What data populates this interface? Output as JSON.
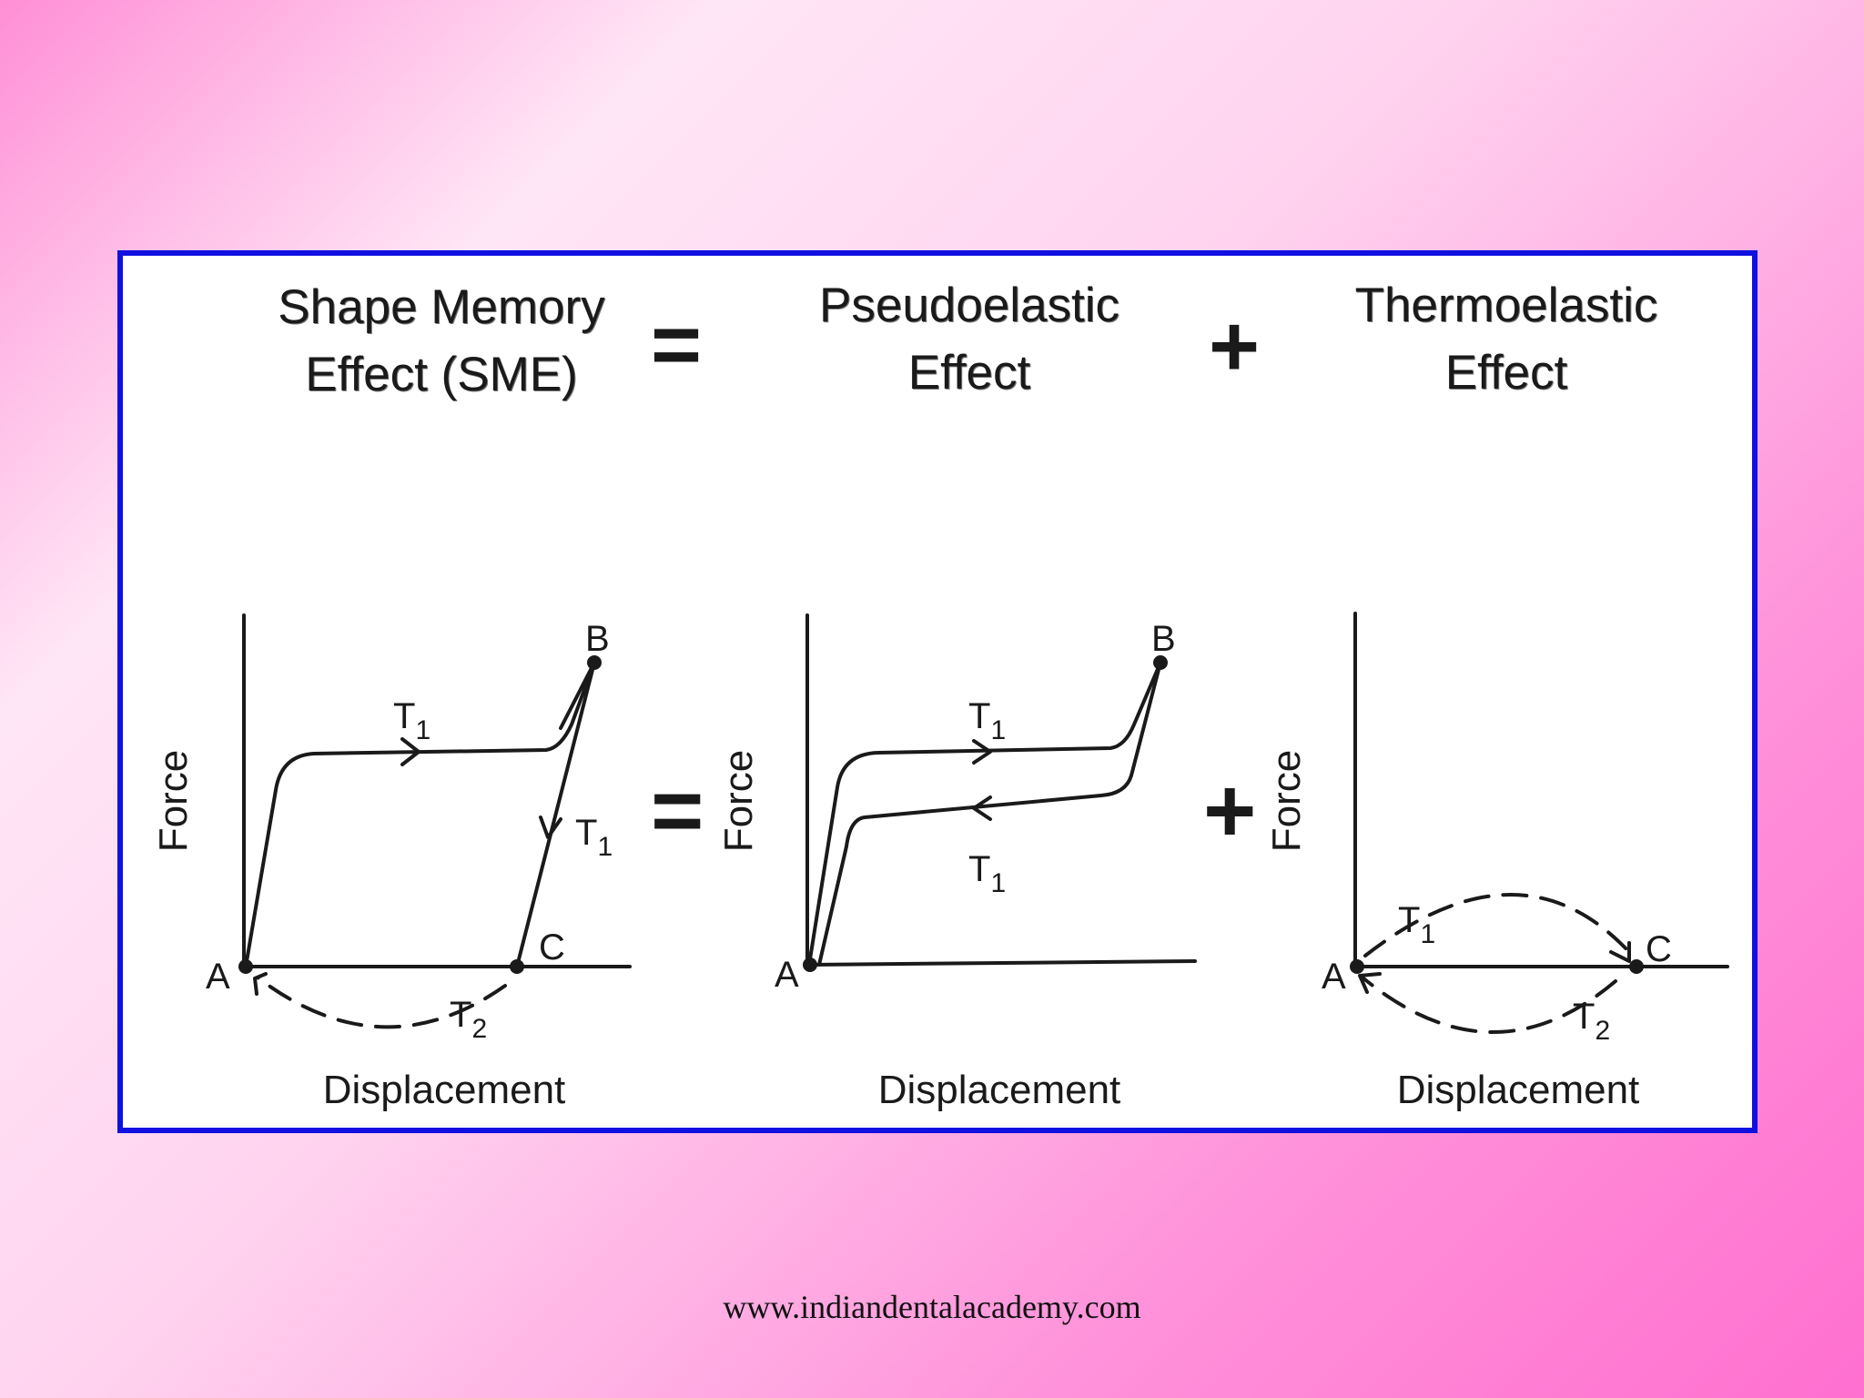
{
  "headings": {
    "sme": {
      "line1": "Shape Memory",
      "line2": "Effect (SME)"
    },
    "pseudo": {
      "line1": "Pseudoelastic",
      "line2": "Effect"
    },
    "thermo": {
      "line1": "Thermoelastic",
      "line2": "Effect"
    }
  },
  "operators": {
    "equals": "=",
    "plus": "+"
  },
  "axes": {
    "x_label": "Displacement",
    "y_label": "Force"
  },
  "points": {
    "a": "A",
    "b": "B",
    "c": "C"
  },
  "temps": {
    "t_letter": "T",
    "t1_sub": "1",
    "t2_sub": "2"
  },
  "footer": "www.indiandentalacademy.com"
}
